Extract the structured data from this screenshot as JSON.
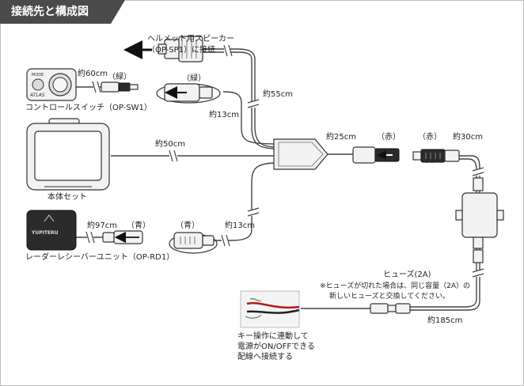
{
  "title": "接続先と構成図",
  "labels": {
    "speaker_line1": "ヘルメット用スピーカー",
    "speaker_line2": "（OP-SP1）に接続",
    "switch_name": "コントロールスイッチ（OP-SW1）",
    "main_unit": "本体セット",
    "radar_unit": "レーダーレシーバーユニット（OP-RD1）",
    "len_60": "約60cm",
    "len_55": "約55cm",
    "len_13a": "約13cm",
    "len_50": "約50cm",
    "len_25": "約25cm",
    "len_30": "約30cm",
    "len_97": "約97cm",
    "len_13b": "約13cm",
    "len_185": "約185cm",
    "green_1": "（緑）",
    "green_2": "（緑）",
    "red_1": "（赤）",
    "red_2": "（赤）",
    "blue_1": "（青）",
    "blue_2": "（青）",
    "fuse": "ヒューズ(2A)",
    "fuse_note_1": "※ヒューズが切れた場合は、同じ容量（2A）の",
    "fuse_note_2": "新しいヒューズと交換してください。",
    "key_line1": "キー操作に連動して",
    "key_line2": "電源がON/OFFできる",
    "key_line3": "配線へ接続する"
  },
  "device_text": {
    "switch_mode": "MODE",
    "switch_brand": "ATLAS",
    "radar_brand": "YUPITERU"
  }
}
